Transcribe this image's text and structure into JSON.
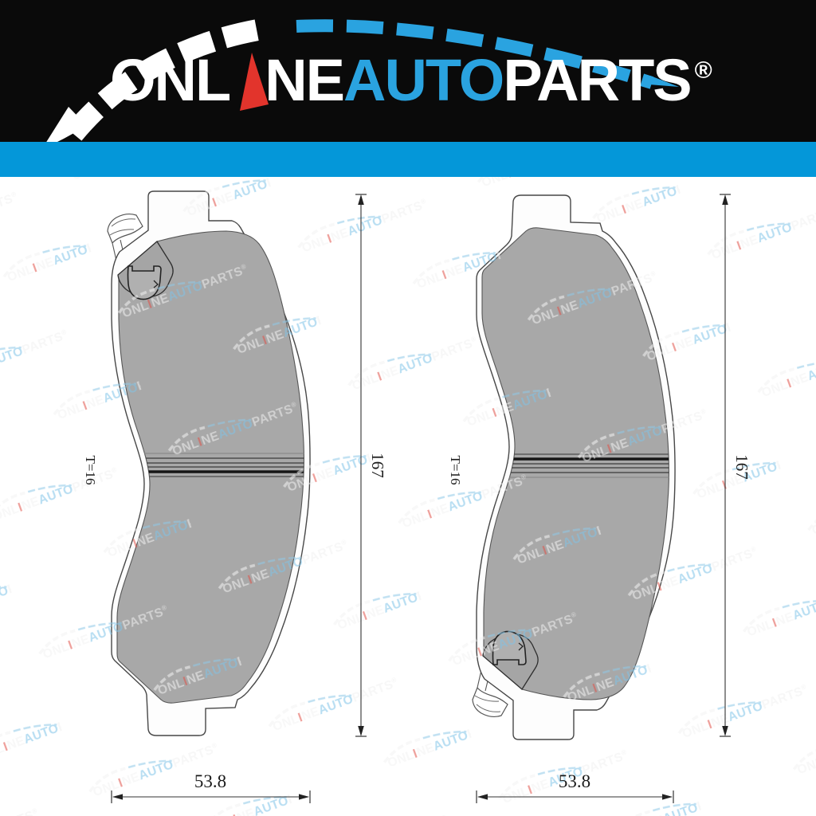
{
  "page": {
    "background": "#ffffff"
  },
  "header": {
    "background": "#0a0a0a",
    "logo": {
      "seg_onl": "ONL",
      "seg_ne": "NE",
      "seg_auto": "AUTO",
      "seg_parts": "PARTS",
      "reg_mark": "®",
      "blue": "#2aa3e0",
      "red": "#e2342c",
      "white": "#ffffff"
    }
  },
  "divider_bar": {
    "color": "#0497d9"
  },
  "diagram": {
    "background": "#ffffff",
    "pad_fill": "#a8a8a8",
    "outline_color": "#474747",
    "dim_color": "#1a1a1a",
    "pads": [
      {
        "side": "left",
        "thickness_label": "T=16",
        "height_label": "167",
        "width_label": "53.8"
      },
      {
        "side": "right",
        "thickness_label": "T=16",
        "height_label": "167",
        "width_label": "53.8"
      }
    ]
  },
  "watermark": {
    "seg_onl": "ONL",
    "seg_i": "I",
    "seg_ne": "NE",
    "seg_auto": "AUTO",
    "seg_parts": "PARTS",
    "reg_mark": "®"
  }
}
